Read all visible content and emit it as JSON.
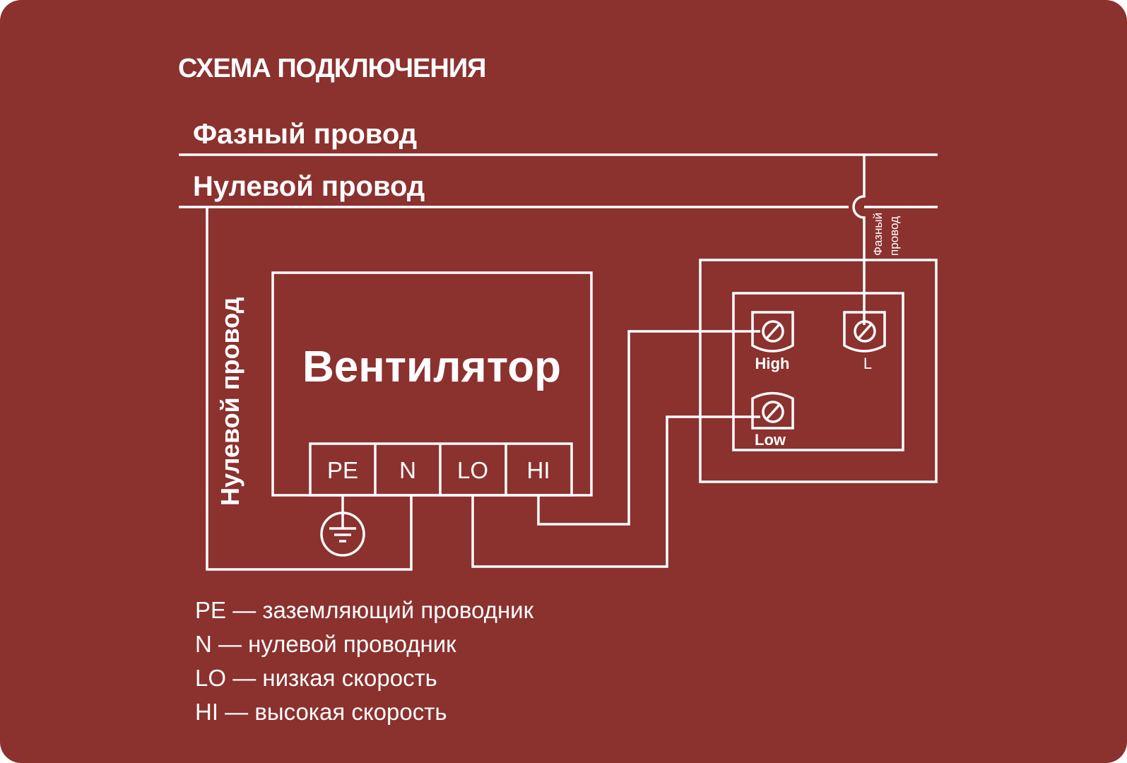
{
  "title": "СХЕМА ПОДКЛЮЧЕНИЯ",
  "bus_lines": {
    "phase_label": "Фазный провод",
    "neutral_label": "Нулевой провод"
  },
  "neutral_vertical_label": "Нулевой провод",
  "phase_drop_label": [
    "Фазный",
    "провод"
  ],
  "fan": {
    "label": "Вентилятор",
    "terminals": [
      "PE",
      "N",
      "LO",
      "HI"
    ]
  },
  "switch": {
    "terminals": {
      "high": "High",
      "low": "Low",
      "line": "L"
    }
  },
  "icons": {
    "ground": "ground-symbol-icon",
    "screw": "screw-terminal-icon"
  },
  "legend": [
    "PE — заземляющий проводник",
    "N — нулевой проводник",
    "LO — низкая скорость",
    "HI — высокая скорость"
  ],
  "colors": {
    "background": "#8b312e",
    "lines": "#ffffff"
  }
}
